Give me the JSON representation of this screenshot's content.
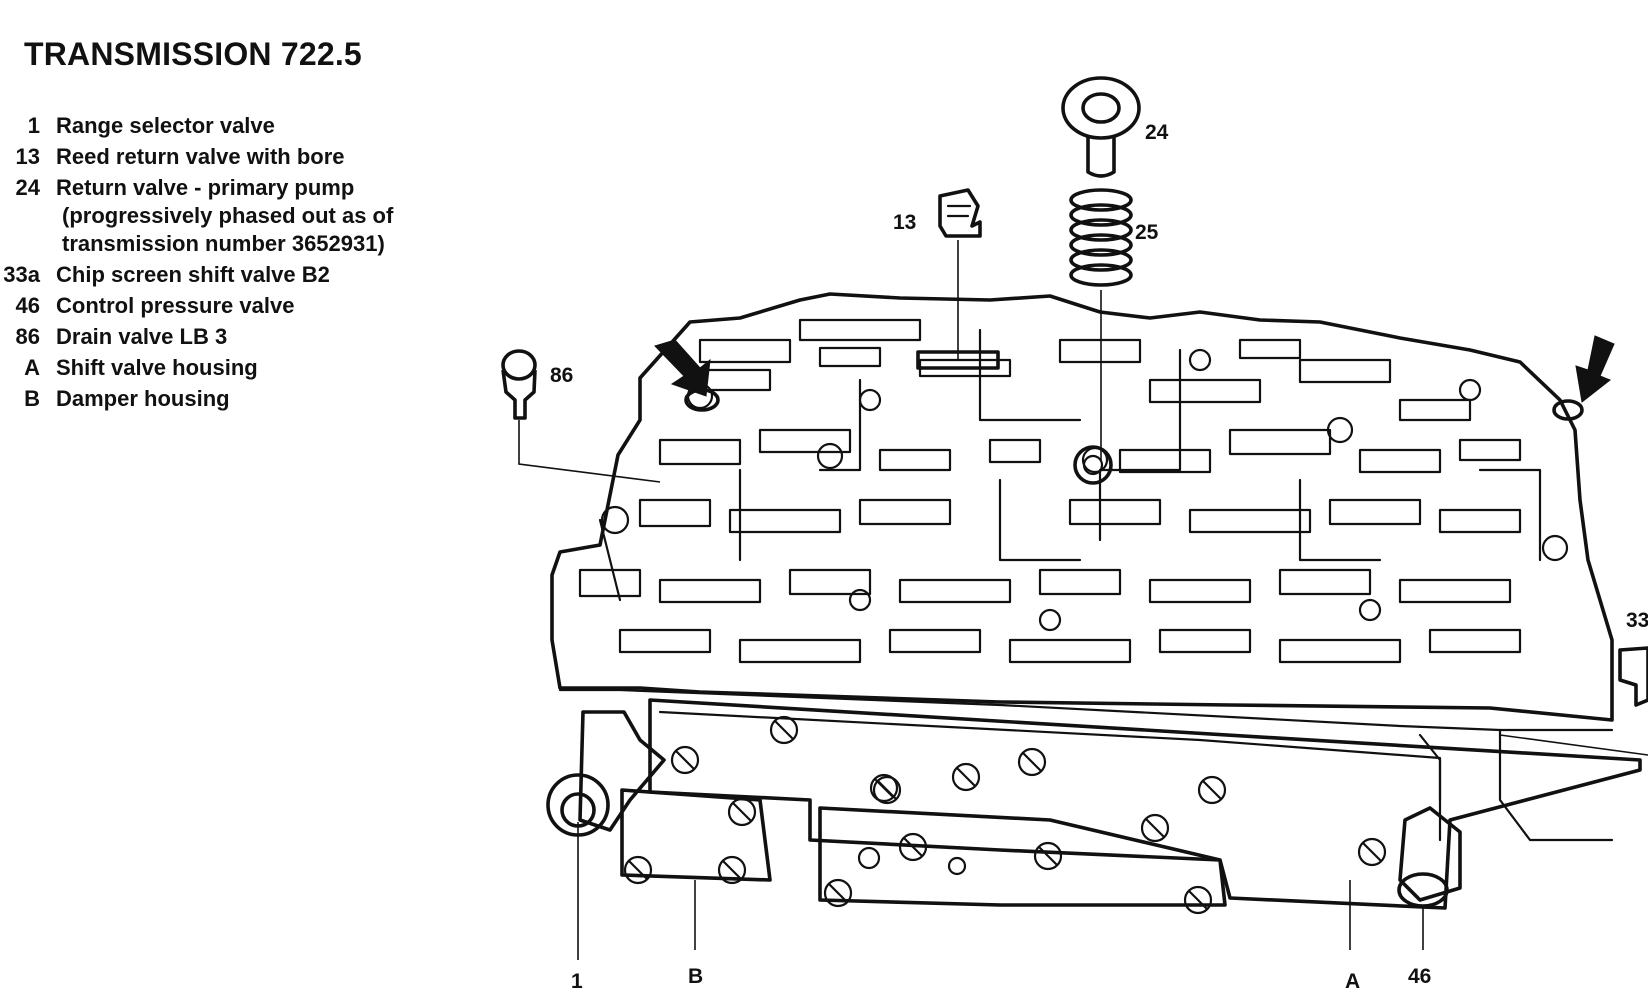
{
  "title": "TRANSMISSION 722.5",
  "legend": [
    {
      "num": "1",
      "text": "Range selector valve"
    },
    {
      "num": "13",
      "text": "Reed return valve with bore"
    },
    {
      "num": "24",
      "text": "Return valve - primary pump",
      "cont1": "(progressively phased out as of",
      "cont2": "transmission number 3652931)"
    },
    {
      "num": "33a",
      "text": "Chip screen shift valve B2"
    },
    {
      "num": "46",
      "text": "Control pressure valve"
    },
    {
      "num": "86",
      "text": "Drain valve LB 3"
    },
    {
      "num": "A",
      "text": "Shift valve housing"
    },
    {
      "num": "B",
      "text": "Damper housing"
    }
  ],
  "callouts": {
    "c24": "24",
    "c25": "25",
    "c13": "13",
    "c86": "86",
    "c33": "33",
    "c1": "1",
    "cB": "B",
    "cA": "A",
    "c46": "46"
  }
}
